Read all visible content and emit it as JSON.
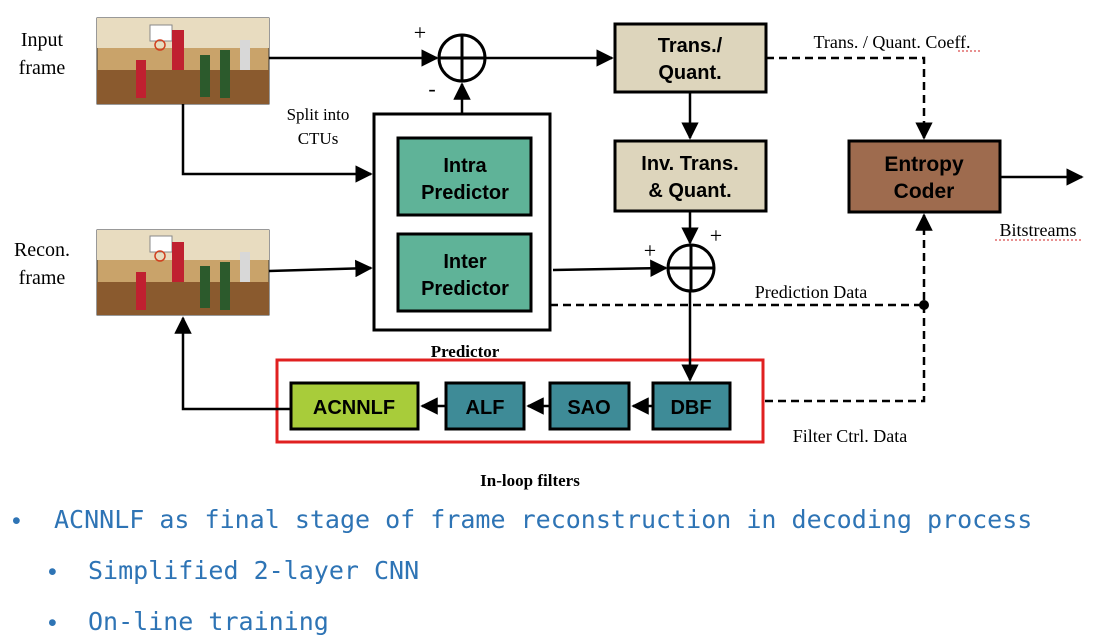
{
  "diagram": {
    "labels": {
      "input_frame": [
        "Input",
        "frame"
      ],
      "recon_frame": [
        "Recon.",
        "frame"
      ],
      "split_ctus": [
        "Split into",
        "CTUs"
      ],
      "plus_top": "+",
      "minus_top": "-",
      "plus_left_bottom": "+",
      "plus_right_bottom": "+",
      "trans_quant_coeff": "Trans. / Quant. Coeff.",
      "bitstreams": "Bitstreams",
      "prediction_data": "Prediction Data",
      "filter_ctrl_data": "Filter Ctrl. Data",
      "predictor": "Predictor",
      "in_loop_filters": "In-loop filters"
    },
    "blocks": {
      "trans_quant": [
        "Trans./",
        "Quant."
      ],
      "inv_trans_quant": [
        "Inv. Trans.",
        "& Quant."
      ],
      "entropy_coder": [
        "Entropy",
        "Coder"
      ],
      "intra_predictor": [
        "Intra",
        "Predictor"
      ],
      "inter_predictor": [
        "Inter",
        "Predictor"
      ],
      "acnnlf": "ACNNLF",
      "alf": "ALF",
      "sao": "SAO",
      "dbf": "DBF"
    },
    "colors": {
      "trans_fill": "#ddd5bc",
      "entropy_fill": "#9e6b4e",
      "predictor_fill": "#5fb398",
      "filter_fill": "#3e8b97",
      "acnnlf_fill": "#a8cc3a",
      "filter_group_border": "#e02020"
    }
  },
  "bullets": [
    "ACNNLF as final stage of frame reconstruction in decoding process",
    "Simplified 2-layer CNN",
    "On-line training"
  ],
  "bullet_glyph": "•"
}
